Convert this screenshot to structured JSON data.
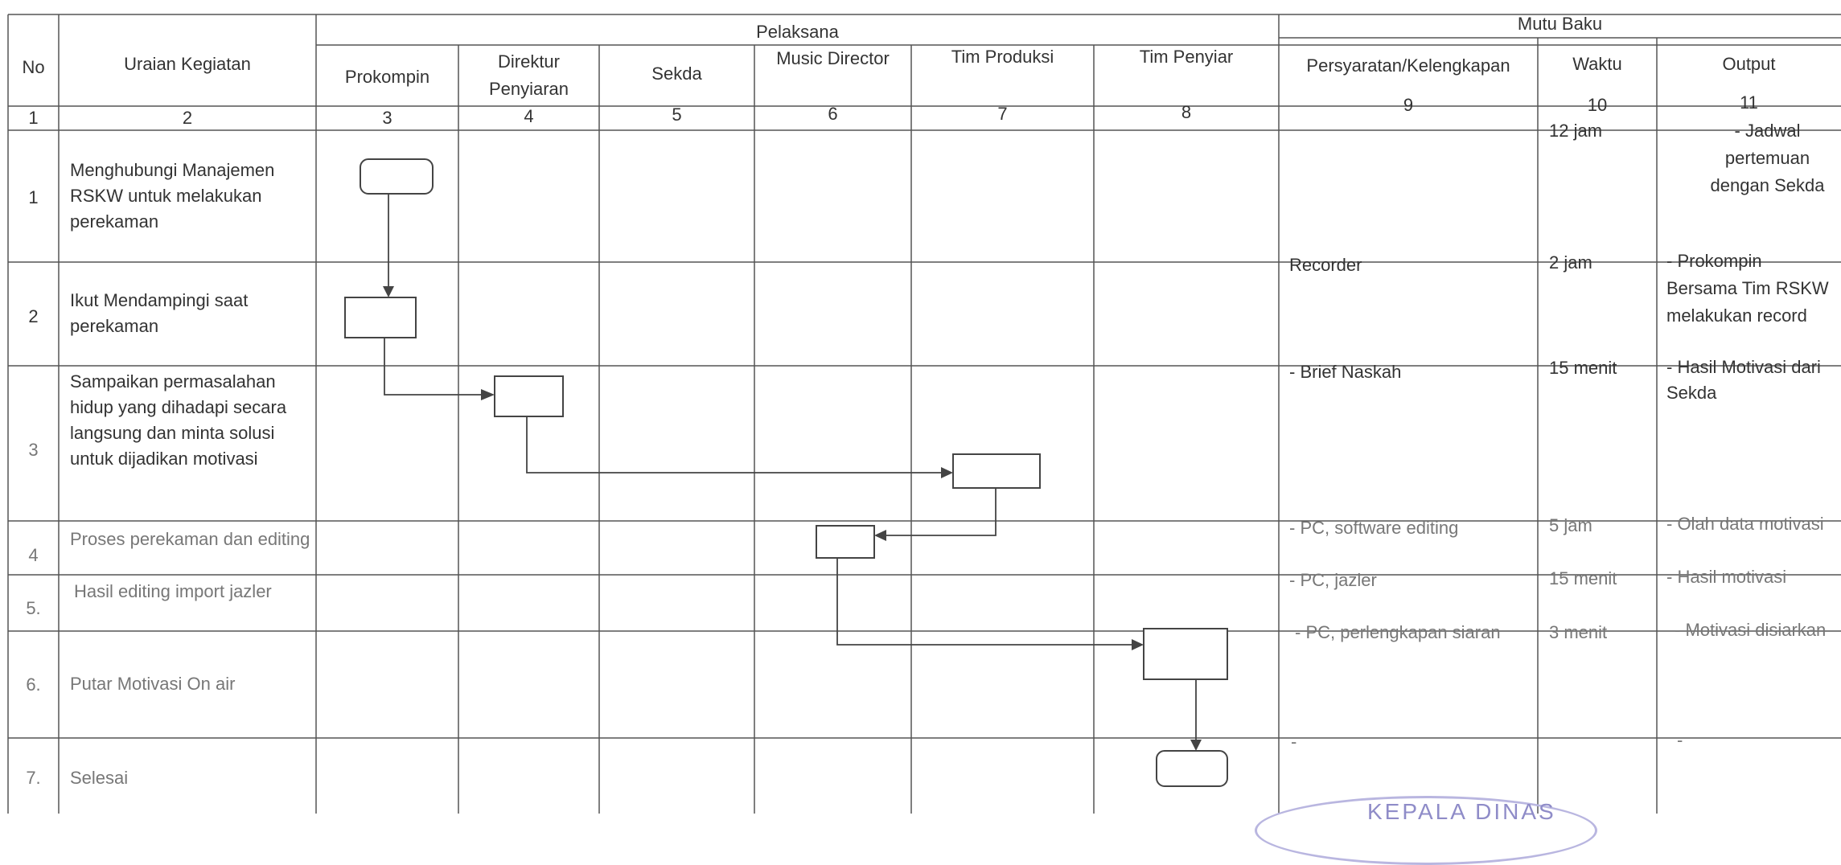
{
  "header": {
    "no": "No",
    "uraian": "Uraian Kegiatan",
    "pelaksana": "Pelaksana",
    "mutu_baku": "Mutu Baku",
    "cols": {
      "prokompin": "Prokompin",
      "direktur": "Direktur Penyiaran",
      "sekda": "Sekda",
      "music": "Music Director",
      "tim_produksi": "Tim Produksi",
      "tim_penyiar": "Tim Penyiar",
      "persyaratan": "Persyaratan/Kelengkapan",
      "waktu": "Waktu",
      "output": "Output"
    },
    "numbers": [
      "1",
      "2",
      "3",
      "4",
      "5",
      "6",
      "7",
      "8",
      "9",
      "10",
      "11"
    ]
  },
  "rows": [
    {
      "no": "1",
      "uraian": "Menghubungi Manajemen RSKW untuk melakukan perekaman",
      "persyaratan": "",
      "waktu": "12 jam",
      "output": "- Jadwal pertemuan dengan Sekda"
    },
    {
      "no": "2",
      "uraian": "Ikut Mendampingi saat perekaman",
      "persyaratan": "Recorder",
      "waktu": "2 jam",
      "output": "- Prokompin Bersama Tim RSKW melakukan record"
    },
    {
      "no": "3",
      "uraian": "Sampaikan permasalahan hidup yang dihadapi secara langsung dan minta solusi untuk dijadikan motivasi",
      "persyaratan": "- Brief Naskah",
      "waktu": "15 menit",
      "output": "- Hasil Motivasi dari Sekda"
    },
    {
      "no": "4",
      "uraian": "Proses perekaman dan editing",
      "persyaratan": "- PC, software editing",
      "waktu": "5 jam",
      "output": "- Olah data motivasi"
    },
    {
      "no": "5.",
      "uraian": "Hasil editing import jazler",
      "persyaratan": "- PC, jazler",
      "waktu": "15 menit",
      "output": "- Hasil motivasi"
    },
    {
      "no": "6.",
      "uraian": "Putar Motivasi On air",
      "persyaratan": "- PC, perlengkapan siaran",
      "waktu": "3 menit",
      "output": "- Motivasi disiarkan"
    },
    {
      "no": "7.",
      "uraian": "Selesai",
      "persyaratan": "-",
      "waktu": "",
      "output": "-"
    }
  ],
  "stamp_text": "KEPALA DINAS"
}
